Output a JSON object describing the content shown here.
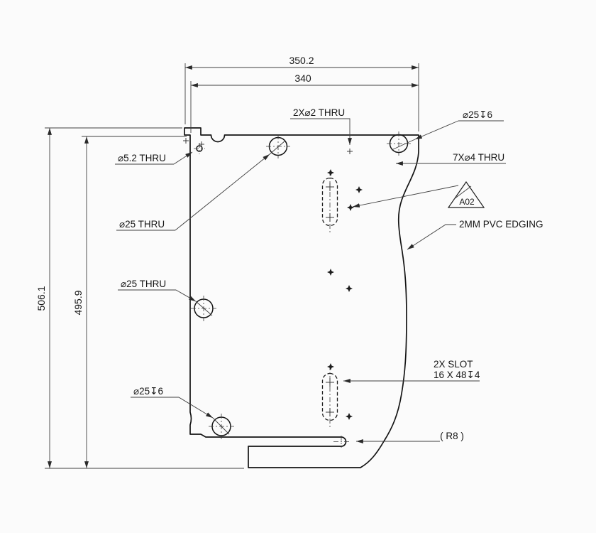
{
  "meta": {
    "background": "#fbfbfb",
    "outline_color": "#141414",
    "dim_color": "#3f3f3f"
  },
  "dimensions": {
    "top_outer": "350.2",
    "top_inner": "340",
    "left_outer": "506.1",
    "left_inner": "495.9"
  },
  "callouts": {
    "hole_5_2": "⌀5.2 THRU",
    "holes_2x2": "2X⌀2 THRU",
    "cbore_top_right": "⌀25↧6",
    "holes_7x4": "7X⌀4 THRU",
    "hole_25_upper": "⌀25 THRU",
    "hole_25_mid": "⌀25 THRU",
    "cbore_bottom_left": "⌀25↧6",
    "revision": "A02",
    "edging": "2MM PVC EDGING",
    "slot_line1": "2X SLOT",
    "slot_line2": "16 X 48↧4",
    "radius": "( R8 )"
  }
}
